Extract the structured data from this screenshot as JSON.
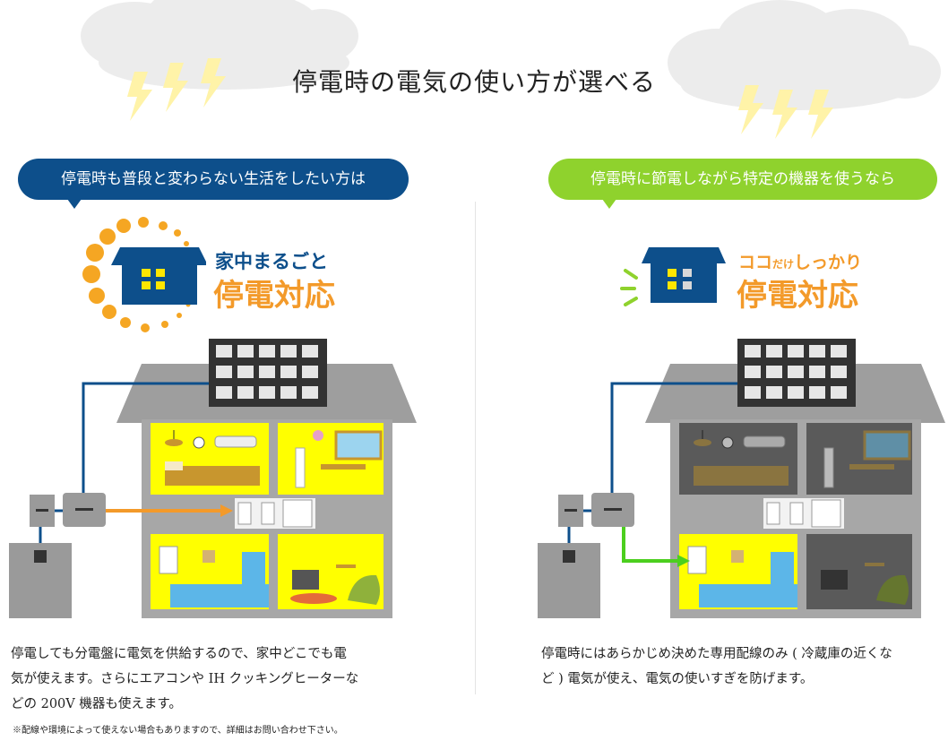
{
  "page": {
    "title": "停電時の電気の使い方が選べる"
  },
  "left": {
    "bubble": "停電時も普段と変わらない生活をしたい方は",
    "badge_line1": "家中まるごと",
    "badge_line2": "停電対応",
    "description_lines": [
      "停電しても分電盤に電気を供給するので、家中どこでも電",
      "気が使えます。さらにエアコンや IH クッキングヒーターな",
      "どの 200V 機器も使えます。"
    ],
    "note": "※配線や環境によって使えない場合もありますので、詳細はお問い合わせ下さい。"
  },
  "right": {
    "bubble": "停電時に節電しながら特定の機器を使うなら",
    "badge_line1_a": "ココ",
    "badge_line1_b": "だけ",
    "badge_line1_c": "しっかり",
    "badge_line2": "停電対応",
    "description_lines": [
      "停電時にはあらかじめ決めた専用配線のみ ( 冷蔵庫の近くな",
      "ど ) 電気が使え、電気の使いすぎを防げます。"
    ]
  },
  "colors": {
    "blue": "#0d4f8b",
    "green": "#8fd22d",
    "orange": "#f39a2a",
    "lit_room": "#ffff00",
    "dark_room": "#5a5a5a",
    "house_gray": "#a4a4a4"
  }
}
